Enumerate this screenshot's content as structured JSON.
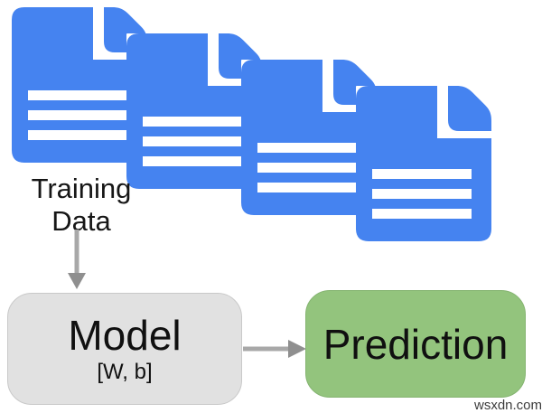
{
  "diagram": {
    "training_label": {
      "line1": "Training",
      "line2": "Data"
    },
    "documents": {
      "count": 4,
      "color": "#4583f0"
    },
    "model_box": {
      "title": "Model",
      "subtitle": "[W, b]",
      "fill": "#e1e1e1",
      "border": "#c9c9c9"
    },
    "prediction_box": {
      "label": "Prediction",
      "fill": "#93c47d",
      "border": "#85b471"
    },
    "arrow_color": "#a3a3a3"
  },
  "watermark": {
    "text": "wsxdn.com",
    "color": "#3c3c3c"
  }
}
